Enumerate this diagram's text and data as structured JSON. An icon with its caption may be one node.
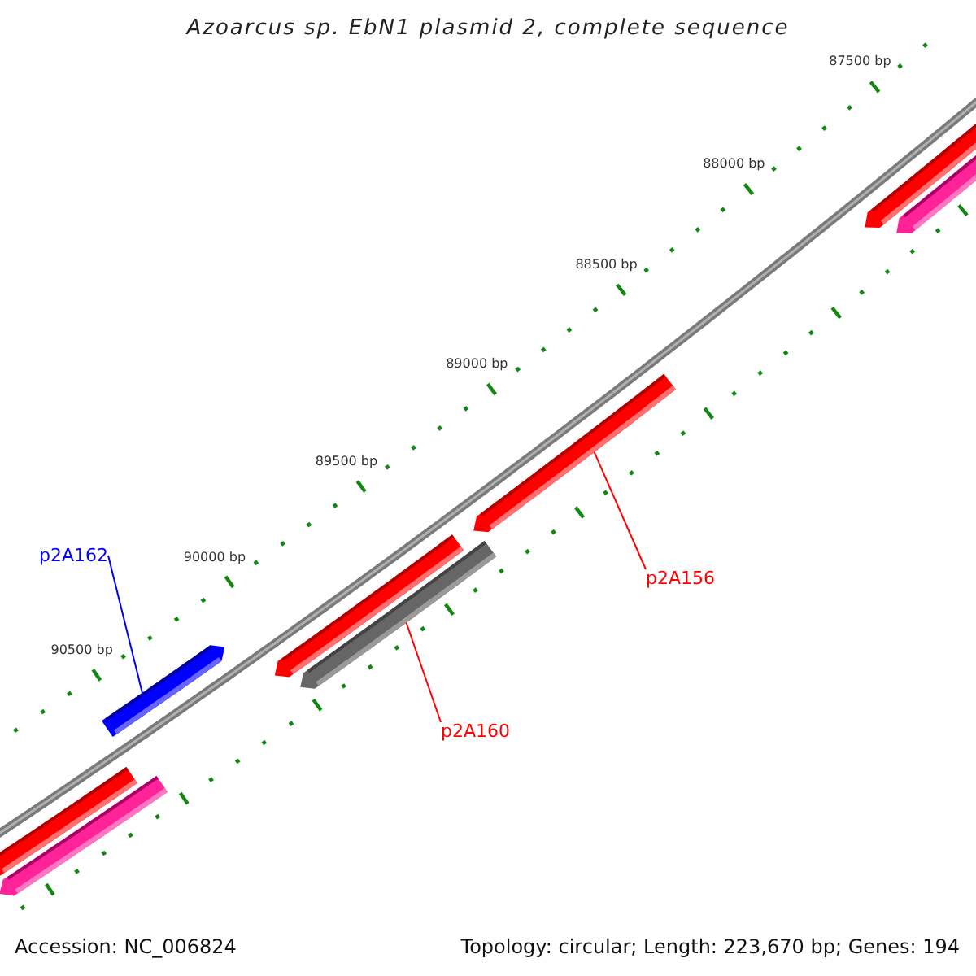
{
  "diagram": {
    "title": "Azoarcus sp. EbN1 plasmid 2, complete sequence",
    "nodes": [
      {
        "text": [
          "p2A162"
        ]
      },
      {
        "text": [
          "p2A156"
        ]
      },
      {
        "text": [
          "p2A160"
        ]
      },
      {
        "text": [],
        "shape": "bar"
      },
      {
        "text": [],
        "shape": "bar"
      },
      {
        "text": [],
        "shape": "bar"
      },
      {
        "text": [],
        "shape": "bar"
      },
      {
        "text": [],
        "shape": "bar"
      },
      {
        "text": [],
        "shape": "bar"
      },
      {
        "text": [],
        "shape": "bar"
      },
      {
        "text": [],
        "shape": "bar"
      }
    ],
    "edges": [
      {
        "from": 0,
        "to": 6,
        "arrow": "none",
        "color": "#0000ff"
      },
      {
        "from": 1,
        "to": 5,
        "arrow": "none"
      },
      {
        "from": 2,
        "to": 8,
        "arrow": "none"
      }
    ],
    "labels": [
      "87500 bp",
      "88000 bp",
      "88500 bp",
      "89000 bp",
      "89500 bp",
      "90000 bp",
      "90500 bp",
      "Accession: NC_006824",
      "Topology: circular; Length: 223,670 bp; Genes: 194"
    ]
  }
}
